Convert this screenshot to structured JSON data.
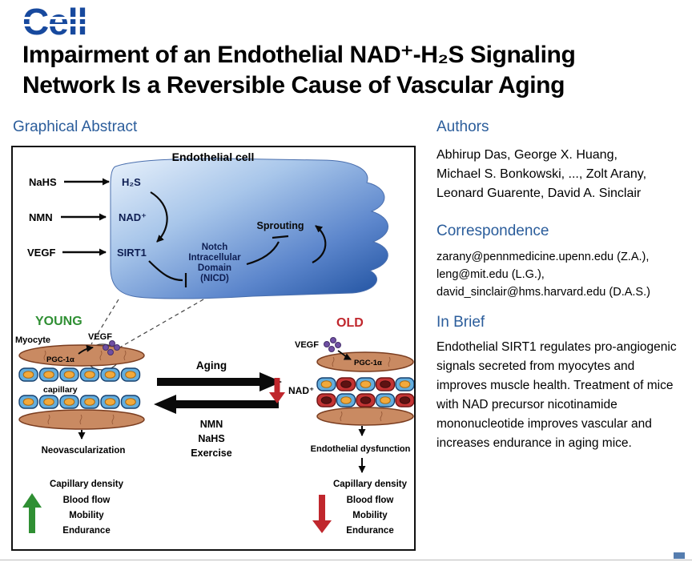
{
  "journal": {
    "name": "Cell"
  },
  "title": {
    "line1": "Impairment of an Endothelial NAD⁺-H₂S Signaling",
    "line2": "Network Is a Reversible Cause of Vascular Aging"
  },
  "graphical_abstract": {
    "heading": "Graphical Abstract"
  },
  "authors": {
    "heading": "Authors",
    "lines": [
      "Abhirup Das, George X. Huang,",
      "Michael S. Bonkowski, ..., Zolt Arany,",
      "Leonard Guarente, David A. Sinclair"
    ]
  },
  "correspondence": {
    "heading": "Correspondence",
    "lines": [
      "zarany@pennmedicine.upenn.edu (Z.A.),",
      "leng@mit.edu (L.G.),",
      "david_sinclair@hms.harvard.edu (D.A.S.)"
    ]
  },
  "in_brief": {
    "heading": "In Brief",
    "text": "Endothelial SIRT1 regulates pro-angiogenic signals secreted from myocytes and improves muscle health. Treatment of mice with NAD precursor nicotinamide mononucleotide improves vascular and increases endurance in aging mice."
  },
  "figure": {
    "cell_label": "Endothelial cell",
    "nahs": "NaHS",
    "h2s": "H₂S",
    "nmn": "NMN",
    "nad": "NAD⁺",
    "vegf": "VEGF",
    "sirt1": "SIRT1",
    "notch_lines": [
      "Notch",
      "Intracellular",
      "Domain",
      "(NICD)"
    ],
    "sprouting": "Sprouting",
    "young": "YOUNG",
    "old": "OLD",
    "myocyte": "Myocyte",
    "pgc1a": "PGC-1α",
    "pgc1a_old": "PGC-1α",
    "capillary": "capillary",
    "aging": "Aging",
    "treatments": [
      "NMN",
      "NaHS",
      "Exercise"
    ],
    "vegf_old": "VEGF",
    "nad_old": "NAD⁺",
    "neovascularization": "Neovascularization",
    "endothelial_dysfunction": "Endothelial dysfunction",
    "outcomes": [
      "Capillary density",
      "Blood flow",
      "Mobility",
      "Endurance"
    ],
    "young_capillary_rows": [
      [
        "b",
        "b",
        "b",
        "b",
        "b",
        "b"
      ],
      [
        "b",
        "b",
        "b",
        "b",
        "b",
        "b"
      ]
    ],
    "old_capillary_rows": [
      [
        "b",
        "r",
        "b",
        "r",
        "b"
      ],
      [
        "r",
        "b",
        "r",
        "b",
        "r"
      ]
    ]
  },
  "colors": {
    "brand_blue": "#17499e",
    "heading_blue": "#2b5d9b",
    "young_green": "#2f8f33",
    "old_red": "#c0272d",
    "cell_gradient_light": "#e8f1fb",
    "cell_gradient_dark": "#1d4f9e",
    "capillary_blue": "#64aede",
    "capillary_red": "#c43434",
    "nucleus_orange": "#f2a93b",
    "myocyte_tan": "#c98a62",
    "vegf_purple": "#6f4fa3"
  }
}
